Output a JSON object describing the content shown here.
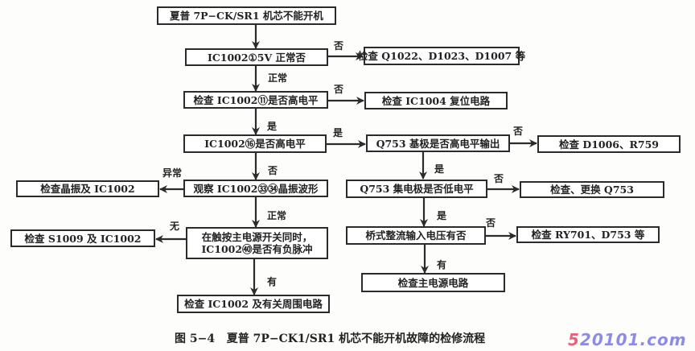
{
  "nodes": {
    "start": "夏普 7P−CK/SR1 机芯不能开机",
    "check_5v": "IC1002①5V 正常否",
    "check_q1022": "检查 Q1022、D1023、D1007 等",
    "check_pin11": "检查 IC1002⑪是否高电平",
    "check_ic1004": "检查 IC1004 复位电路",
    "check_pin16": "IC1002⑯是否高电平",
    "q753_base": "Q753 基极是否高电平输出",
    "check_d1006": "检查 D1006、R759",
    "observe_crystal": "观察 IC1002㉝㉞晶振波形",
    "check_crystal": "检查晶振及 IC1002",
    "q753_collector": "Q753 集电极是否低电平",
    "replace_q753": "检查、更换 Q753",
    "touch_switch_line1": "在触按主电源开关同时，",
    "touch_switch_line2": "IC1002㊵是否有负脉冲",
    "check_s1009": "检查 S1009 及 IC1002",
    "bridge_rectifier": "桥式整流输入电压有否",
    "check_ry701": "检查 RY701、D753 等",
    "check_main_power": "检查主电源电路",
    "check_ic1002_periph": "检查 IC1002 及有关周围电路"
  },
  "edge_labels": {
    "no_5v": "否",
    "normal_5v": "正常",
    "no_pin11": "否",
    "yes_pin11": "是",
    "yes_pin16": "是",
    "no_pin16": "否",
    "no_base": "否",
    "yes_base": "是",
    "abnormal_crystal": "异常",
    "normal_crystal": "正常",
    "no_collector": "否",
    "yes_collector": "是",
    "none_pulse": "无",
    "no_rectifier": "否",
    "has_rectifier": "有",
    "has_pulse": "有"
  },
  "caption": "图 5−4   夏普 7P−CK1/SR1 机芯不能开机故障的检修流程",
  "watermark": {
    "first": "5",
    "rest": "20101.com",
    "first_color": "#e8607a",
    "rest_color": "#8d8ce4"
  }
}
